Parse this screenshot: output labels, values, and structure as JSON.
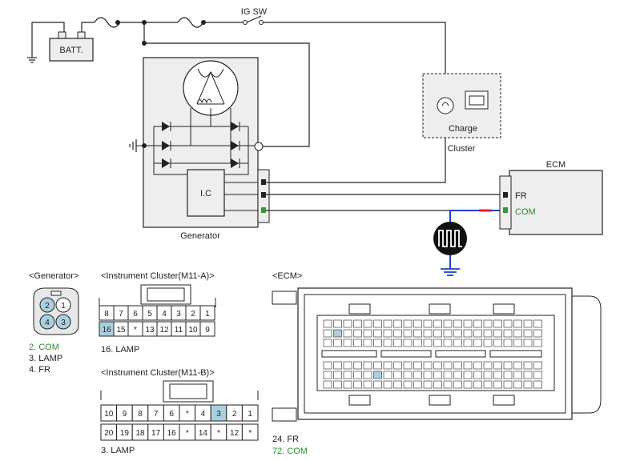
{
  "schematic": {
    "ig_sw": "IG SW",
    "battery": "BATT.",
    "generator": "Generator",
    "ic": "I.C",
    "cluster": "Cluster",
    "charge": "Charge",
    "ecm": "ECM",
    "fr": "FR",
    "com": "COM"
  },
  "generator_connector": {
    "title": "<Generator>",
    "pins": [
      "1",
      "2",
      "3",
      "4"
    ],
    "legend": [
      "2. COM",
      "3. LAMP",
      "4. FR"
    ]
  },
  "cluster_a": {
    "title": "<Instrument Cluster(M11-A)>",
    "top_row": [
      "8",
      "7",
      "6",
      "5",
      "4",
      "3",
      "2",
      "1"
    ],
    "bottom_row": [
      "16",
      "15",
      "*",
      "13",
      "12",
      "11",
      "10",
      "9"
    ],
    "legend": "16. LAMP"
  },
  "cluster_b": {
    "title": "<Instrument Cluster(M11-B)>",
    "top_row": [
      "10",
      "9",
      "8",
      "7",
      "6",
      "*",
      "4",
      "3",
      "2",
      "1"
    ],
    "bottom_row": [
      "20",
      "19",
      "18",
      "17",
      "16",
      "*",
      "14",
      "*",
      "12",
      "*"
    ],
    "legend": "3. LAMP"
  },
  "ecm_connector": {
    "title": "<ECM>",
    "legend": [
      "24. FR",
      "72. COM"
    ]
  },
  "colors": {
    "line": "#222222",
    "box_fill": "#eeeeee",
    "highlight": "#a9cfe0",
    "com_text": "#2e8b2e",
    "wire_blue": "#1f3fd1",
    "wire_red": "#e02020",
    "terminal_green": "#2e9b2e"
  }
}
